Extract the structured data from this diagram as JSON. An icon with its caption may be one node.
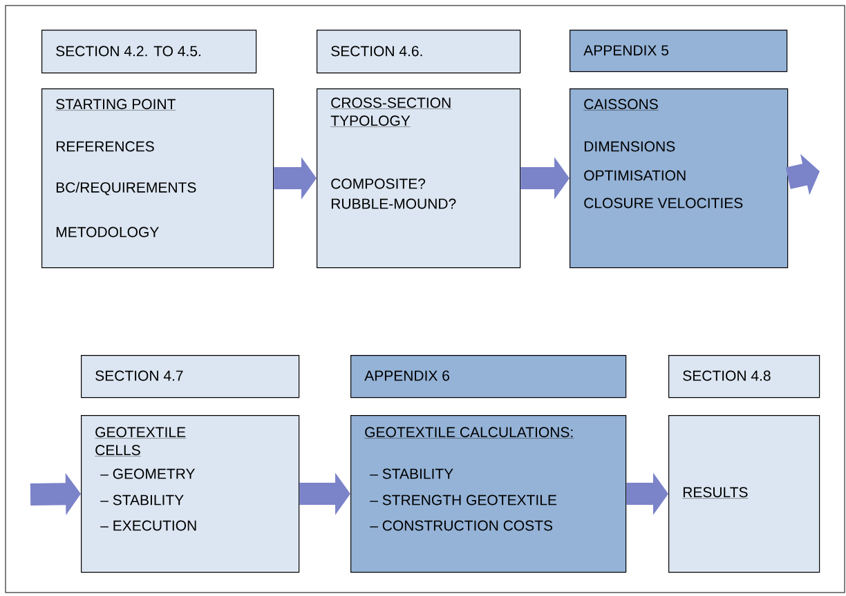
{
  "diagram": {
    "nodes": [
      {
        "text": [
          "SECTION 4.2. TO 4.5."
        ]
      },
      {
        "text": [
          "SECTION 4.6."
        ]
      },
      {
        "text": [
          "APPENDIX 5"
        ]
      },
      {
        "text": [
          "STARTING POINT",
          "REFERENCES",
          "BC/REQUIREMENTS",
          "METODOLOGY"
        ]
      },
      {
        "text": [
          "CROSS-SECTION TYPOLOGY",
          "COMPOSITE?",
          "RUBBLE-MOUND?"
        ]
      },
      {
        "text": [
          "CAISSONS",
          "DIMENSIONS",
          "OPTIMISATION",
          "CLOSURE VELOCITIES"
        ]
      },
      {
        "text": [
          "SECTION 4.7"
        ]
      },
      {
        "text": [
          "APPENDIX 6"
        ]
      },
      {
        "text": [
          "SECTION 4.8"
        ]
      },
      {
        "text": [
          "GEOTEXTILE CELLS",
          "– GEOMETRY",
          "– STABILITY",
          "– EXECUTION"
        ]
      },
      {
        "text": [
          "GEOTEXTILE CALCULATIONS:",
          "– STABILITY",
          "– STRENGTH GEOTEXTILE",
          "– CONSTRUCTION COSTS"
        ]
      },
      {
        "text": [
          "RESULTS"
        ]
      }
    ],
    "edges": [
      {
        "from": 3,
        "to": 4,
        "arrow": "to"
      },
      {
        "from": 4,
        "to": 5,
        "arrow": "to"
      },
      {
        "from": 5,
        "to": null,
        "arrow": "to"
      },
      {
        "from": null,
        "to": 9,
        "arrow": "to"
      },
      {
        "from": 9,
        "to": 10,
        "arrow": "to"
      },
      {
        "from": 10,
        "to": 11,
        "arrow": "to"
      }
    ]
  }
}
